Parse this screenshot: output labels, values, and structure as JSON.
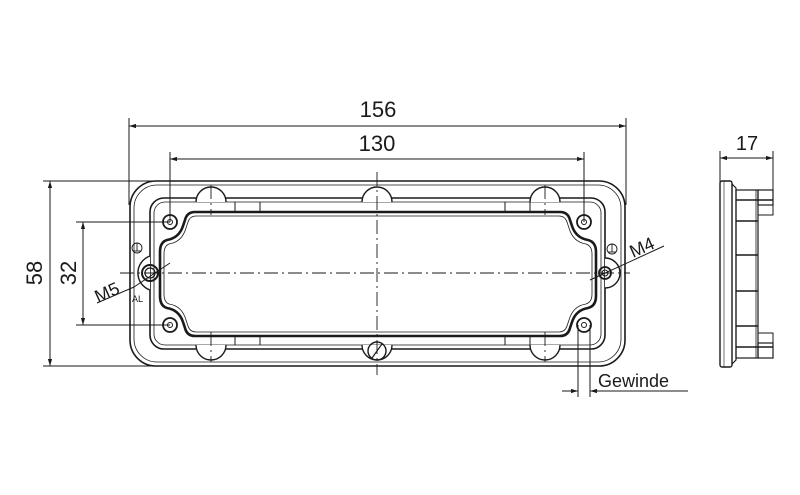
{
  "drawing": {
    "type": "technical-drawing",
    "subject": "connector housing frame / gasket plate, front and side view",
    "dimensions": {
      "overall_width": "156",
      "hole_spacing_width": "130",
      "overall_height": "58",
      "hole_spacing_height": "32",
      "side_depth": "17"
    },
    "labels": {
      "left_thread": "M5",
      "right_thread": "M4",
      "thread_note": "Gewinde",
      "material_mark": "AL"
    },
    "colors": {
      "line": "#1a1a1a",
      "background": "#ffffff"
    }
  }
}
